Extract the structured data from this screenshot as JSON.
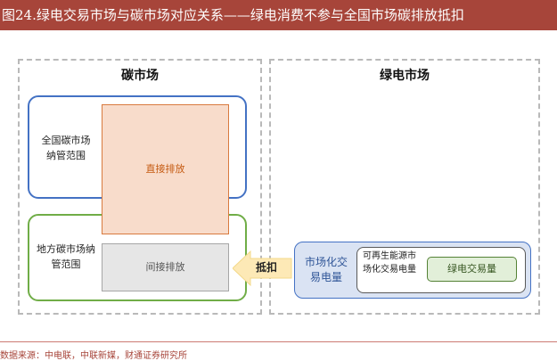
{
  "title": "图24.绿电交易市场与碳市场对应关系——绿电消费不参与全国市场碳排放抵扣",
  "carbon_market": {
    "title": "碳市场",
    "national": "全国碳市场纳管范围",
    "local": "地方碳市场纳管范围",
    "direct": "直接排放",
    "indirect": "间接排放"
  },
  "green_market": {
    "title": "绿电市场",
    "marketized": "市场化交易电量",
    "renewable": "可再生能源市场化交易电量",
    "green_trade": "绿电交易量"
  },
  "arrow_label": "抵扣",
  "source": "数据来源：中电联，中联新媒，财通证券研究所",
  "colors": {
    "title_bg": "#a7453a",
    "national_border": "#4472c4",
    "local_border": "#70ad47",
    "direct_fill": "#f8dccb",
    "direct_border": "#d87a3e",
    "indirect_fill": "#e6e6e6",
    "market_fill": "#dae3f3",
    "green_fill": "#e2efd9",
    "arrow_fill": "#fde9b6"
  }
}
